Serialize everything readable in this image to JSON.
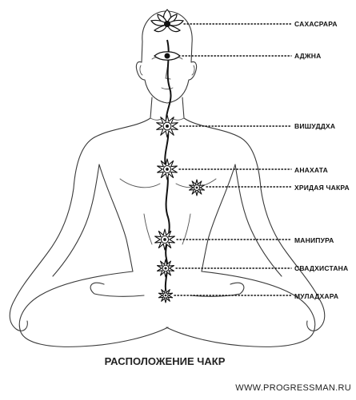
{
  "colors": {
    "line": "#3a3a3a",
    "text": "#111111",
    "background": "#ffffff"
  },
  "chakras": [
    {
      "key": "sahasrara",
      "label": "САХАСРАРА",
      "icon": "lotus-crown-icon"
    },
    {
      "key": "ajna",
      "label": "АДЖНА",
      "icon": "eye-lotus-icon"
    },
    {
      "key": "vishuddha",
      "label": "ВИШУДДХА",
      "icon": "lotus-icon"
    },
    {
      "key": "anahata",
      "label": "АНАХАТА",
      "icon": "lotus-icon"
    },
    {
      "key": "hridaya",
      "label": "ХРИДАЯ ЧАКРА",
      "icon": "lotus-icon"
    },
    {
      "key": "manipura",
      "label": "МАНИПУРА",
      "icon": "lotus-icon"
    },
    {
      "key": "svadhisthana",
      "label": "СВАДХИСТАНА",
      "icon": "lotus-icon"
    },
    {
      "key": "muladhara",
      "label": "МУЛАДХАРА",
      "icon": "lotus-icon"
    }
  ],
  "caption": "РАСПОЛОЖЕНИЕ ЧАКР",
  "website": "WWW.PROGRESSMAN.RU"
}
